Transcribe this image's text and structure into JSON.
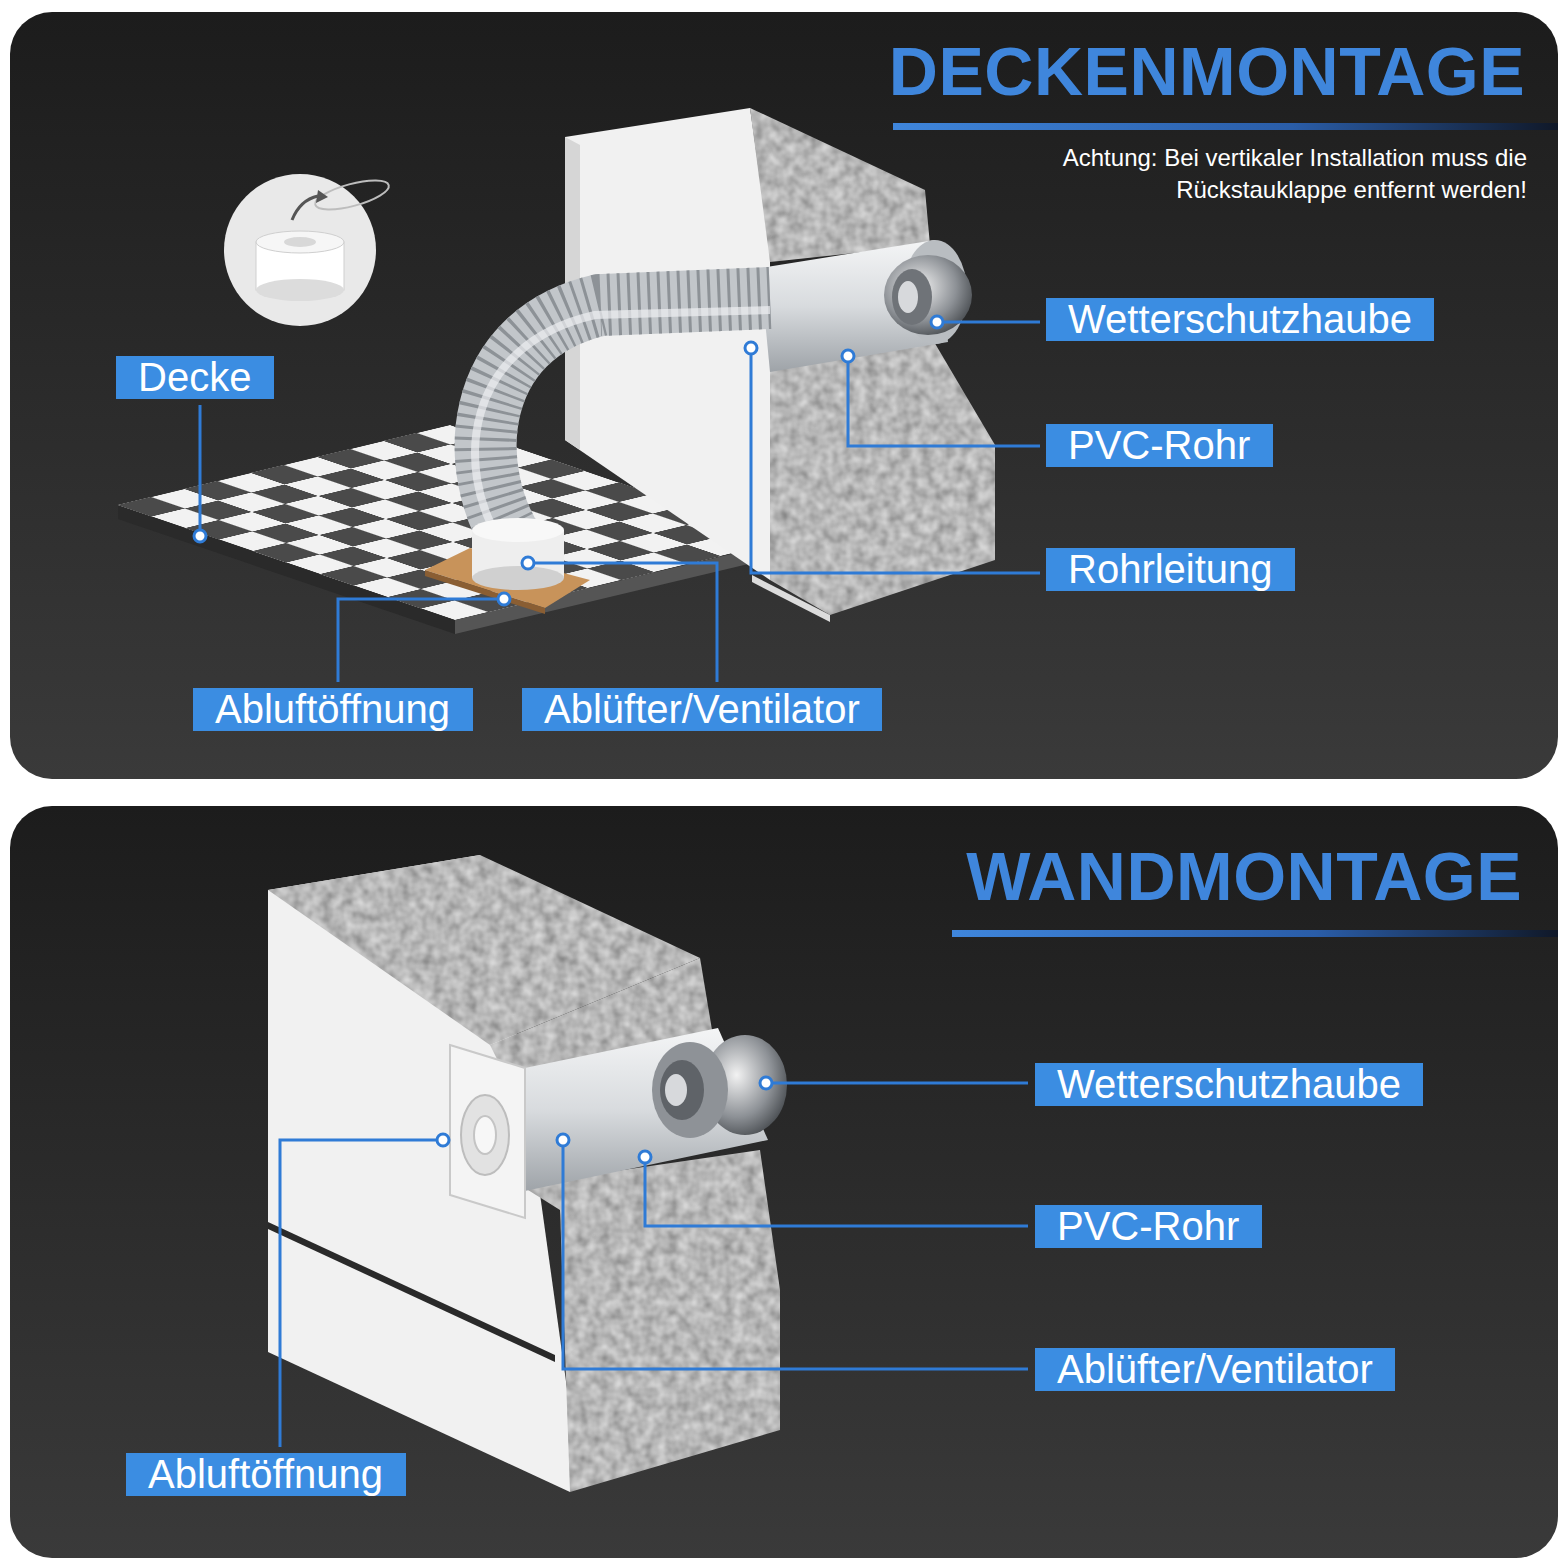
{
  "diagram": {
    "nodes": [
      {
        "text": [
          "DECKENMONTAGE",
          "Achtung: Bei vertikaler Installation muss die Rückstauklappe entfernt werden!"
        ]
      },
      {
        "text": [
          "Decke"
        ],
        "in": 0
      },
      {
        "text": [
          "Wetterschutzhaube"
        ],
        "in": 0
      },
      {
        "text": [
          "PVC-Rohr"
        ],
        "in": 0
      },
      {
        "text": [
          "Rohrleitung"
        ],
        "in": 0
      },
      {
        "text": [
          "Abluftöffnung"
        ],
        "in": 0
      },
      {
        "text": [
          "Ablüfter/Ventilator"
        ],
        "in": 0
      },
      {
        "text": [
          "WANDMONTAGE"
        ]
      },
      {
        "text": [
          "Wetterschutzhaube"
        ],
        "in": 7
      },
      {
        "text": [
          "PVC-Rohr"
        ],
        "in": 7
      },
      {
        "text": [
          "Ablüfter/Ventilator"
        ],
        "in": 7
      },
      {
        "text": [
          "Abluftöffnung"
        ],
        "in": 7
      }
    ]
  }
}
